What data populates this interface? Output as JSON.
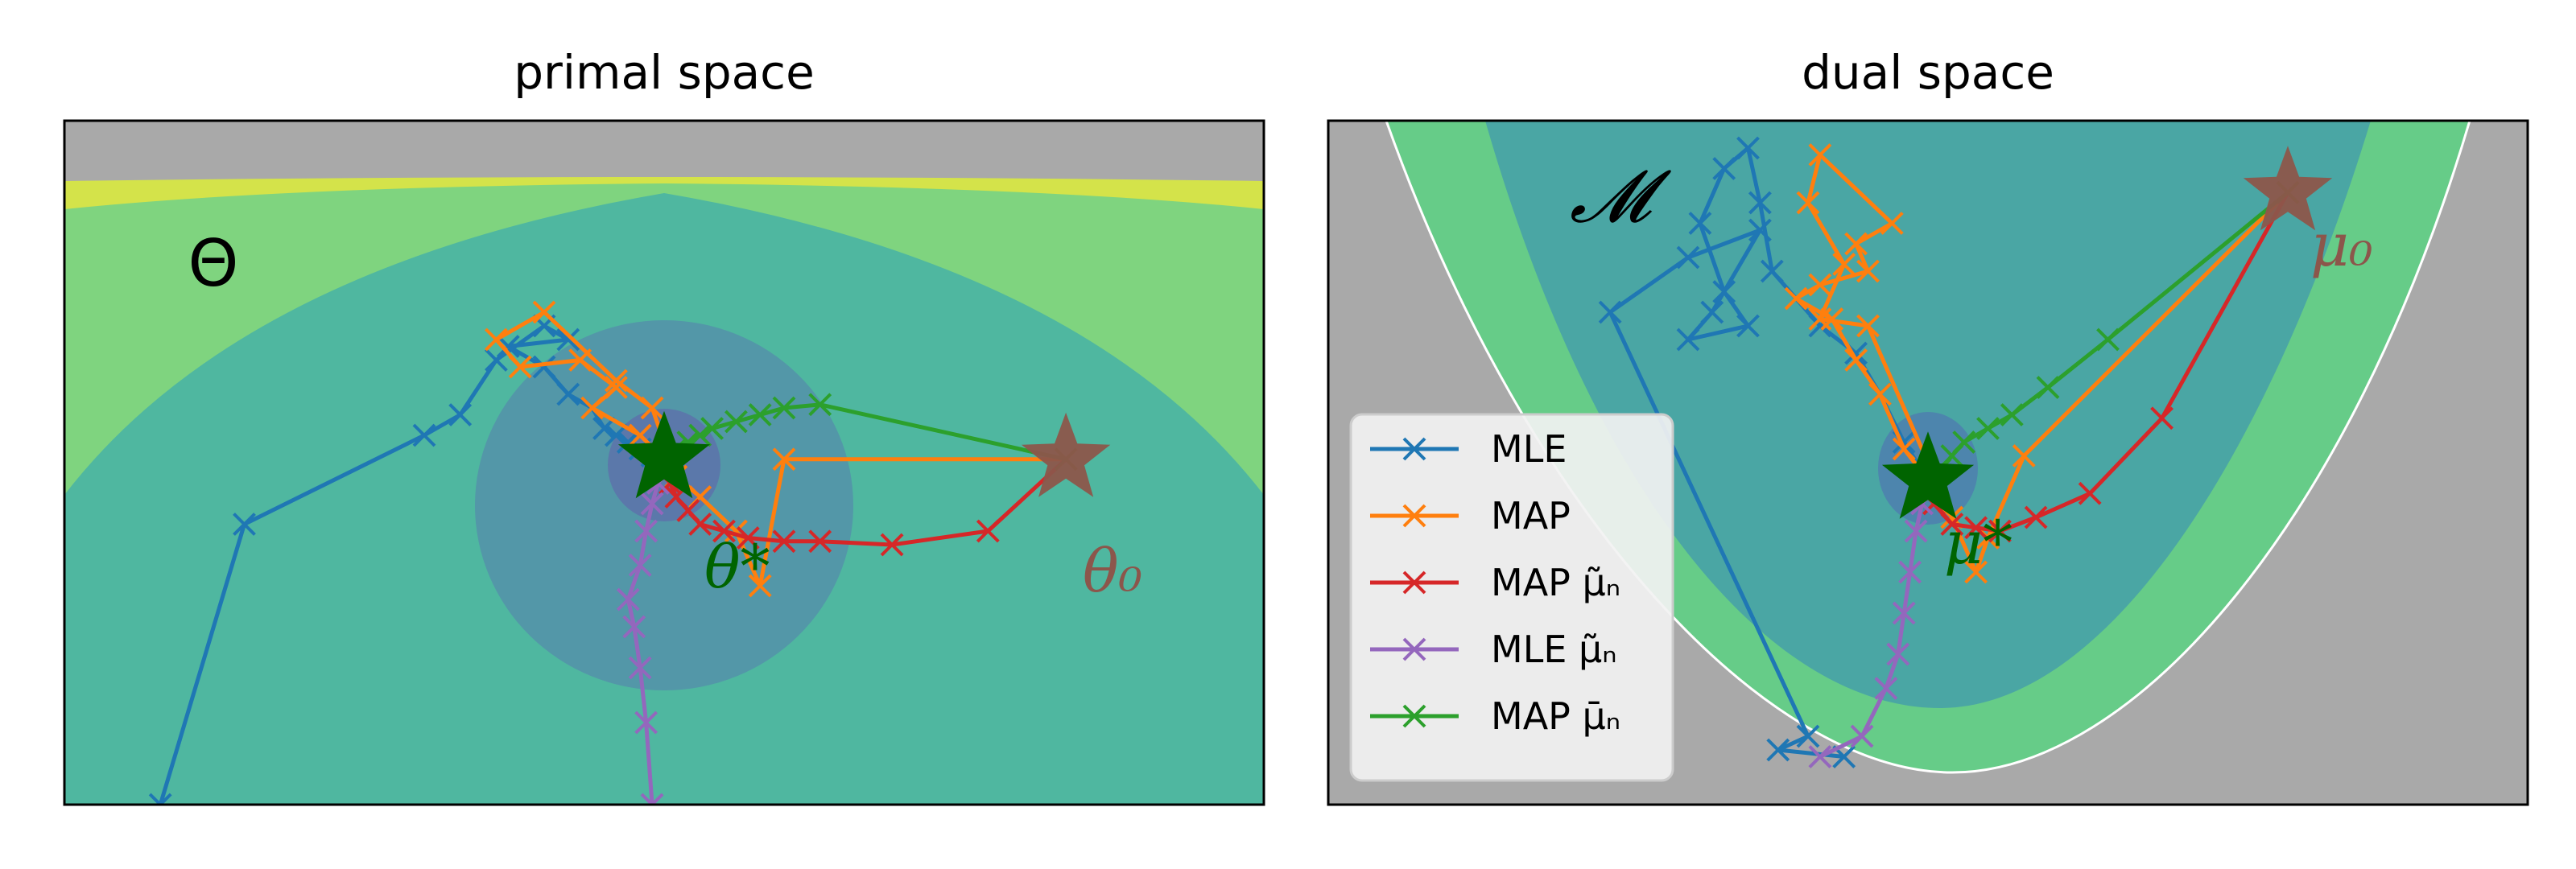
{
  "chart_data": [
    {
      "type": "line",
      "title": "primal space",
      "region_label": "Θ",
      "optimum_label": "θ*",
      "start_label": "θ₀",
      "colors": {
        "background_gray": "#a9a9a9",
        "outer_region": "#7fd47f",
        "top_band": "#d4e34a",
        "mid_region": "#4fb7a0",
        "inner_disc": "#5397a8",
        "core_disc": "#5b78aa",
        "optimum_star": "#006400",
        "start_star": "#8c564b"
      },
      "optimum": [
        0.5,
        0.505
      ],
      "start": [
        0.835,
        0.505
      ],
      "series": [
        {
          "name": "MLE",
          "color": "#1f77b4",
          "points": [
            [
              0.08,
              0.0
            ],
            [
              0.15,
              0.41
            ],
            [
              0.3,
              0.54
            ],
            [
              0.33,
              0.57
            ],
            [
              0.36,
              0.65
            ],
            [
              0.4,
              0.7
            ],
            [
              0.42,
              0.68
            ],
            [
              0.37,
              0.67
            ],
            [
              0.4,
              0.64
            ],
            [
              0.42,
              0.6
            ],
            [
              0.44,
              0.58
            ],
            [
              0.45,
              0.55
            ],
            [
              0.46,
              0.54
            ],
            [
              0.47,
              0.53
            ],
            [
              0.48,
              0.52
            ],
            [
              0.49,
              0.51
            ],
            [
              0.5,
              0.505
            ]
          ]
        },
        {
          "name": "MAP",
          "color": "#ff7f0e",
          "points": [
            [
              0.835,
              0.505
            ],
            [
              0.6,
              0.505
            ],
            [
              0.58,
              0.32
            ],
            [
              0.56,
              0.4
            ],
            [
              0.53,
              0.45
            ],
            [
              0.51,
              0.48
            ],
            [
              0.49,
              0.58
            ],
            [
              0.46,
              0.62
            ],
            [
              0.4,
              0.72
            ],
            [
              0.36,
              0.68
            ],
            [
              0.38,
              0.64
            ],
            [
              0.43,
              0.65
            ],
            [
              0.46,
              0.61
            ],
            [
              0.44,
              0.58
            ],
            [
              0.48,
              0.54
            ],
            [
              0.5,
              0.505
            ]
          ]
        },
        {
          "name": "MAP μ̃ₙ",
          "color": "#d62728",
          "points": [
            [
              0.835,
              0.505
            ],
            [
              0.77,
              0.4
            ],
            [
              0.69,
              0.38
            ],
            [
              0.63,
              0.385
            ],
            [
              0.6,
              0.385
            ],
            [
              0.57,
              0.39
            ],
            [
              0.55,
              0.4
            ],
            [
              0.53,
              0.41
            ],
            [
              0.52,
              0.43
            ],
            [
              0.51,
              0.45
            ],
            [
              0.505,
              0.47
            ],
            [
              0.5,
              0.505
            ]
          ]
        },
        {
          "name": "MLE μ̃ₙ",
          "color": "#9467bd",
          "points": [
            [
              0.49,
              0.0
            ],
            [
              0.485,
              0.12
            ],
            [
              0.48,
              0.2
            ],
            [
              0.475,
              0.26
            ],
            [
              0.47,
              0.3
            ],
            [
              0.48,
              0.35
            ],
            [
              0.485,
              0.4
            ],
            [
              0.49,
              0.44
            ],
            [
              0.495,
              0.47
            ],
            [
              0.5,
              0.505
            ]
          ]
        },
        {
          "name": "MAP μ̄ₙ",
          "color": "#2ca02c",
          "points": [
            [
              0.835,
              0.505
            ],
            [
              0.63,
              0.585
            ],
            [
              0.6,
              0.58
            ],
            [
              0.58,
              0.57
            ],
            [
              0.56,
              0.56
            ],
            [
              0.54,
              0.55
            ],
            [
              0.53,
              0.54
            ],
            [
              0.52,
              0.53
            ],
            [
              0.51,
              0.52
            ],
            [
              0.5,
              0.505
            ]
          ]
        }
      ]
    },
    {
      "type": "line",
      "title": "dual space",
      "region_label": "𝓜",
      "optimum_label": "μ*",
      "start_label": "μ₀",
      "colors": {
        "background_gray": "#a9a9a9",
        "outer_region": "#66cc88",
        "inner_region": "#4aa6a4",
        "core_disc": "#4d85ad",
        "optimum_star": "#006400",
        "start_star": "#8c564b"
      },
      "optimum": [
        0.5,
        0.475
      ],
      "start": [
        0.8,
        0.895
      ],
      "series": [
        {
          "name": "MLE",
          "color": "#1f77b4",
          "points": [
            [
              0.43,
              0.07
            ],
            [
              0.375,
              0.08
            ],
            [
              0.4,
              0.1
            ],
            [
              0.235,
              0.72
            ],
            [
              0.3,
              0.8
            ],
            [
              0.36,
              0.84
            ],
            [
              0.32,
              0.72
            ],
            [
              0.3,
              0.68
            ],
            [
              0.35,
              0.7
            ],
            [
              0.33,
              0.75
            ],
            [
              0.31,
              0.85
            ],
            [
              0.33,
              0.93
            ],
            [
              0.35,
              0.96
            ],
            [
              0.36,
              0.88
            ],
            [
              0.37,
              0.78
            ],
            [
              0.41,
              0.7
            ],
            [
              0.44,
              0.66
            ],
            [
              0.46,
              0.6
            ],
            [
              0.48,
              0.53
            ],
            [
              0.5,
              0.475
            ]
          ]
        },
        {
          "name": "MAP",
          "color": "#ff7f0e",
          "points": [
            [
              0.8,
              0.895
            ],
            [
              0.58,
              0.51
            ],
            [
              0.55,
              0.39
            ],
            [
              0.54,
              0.34
            ],
            [
              0.52,
              0.42
            ],
            [
              0.45,
              0.7
            ],
            [
              0.41,
              0.71
            ],
            [
              0.43,
              0.79
            ],
            [
              0.4,
              0.88
            ],
            [
              0.41,
              0.95
            ],
            [
              0.47,
              0.85
            ],
            [
              0.44,
              0.82
            ],
            [
              0.45,
              0.78
            ],
            [
              0.41,
              0.76
            ],
            [
              0.39,
              0.74
            ],
            [
              0.42,
              0.71
            ],
            [
              0.44,
              0.65
            ],
            [
              0.46,
              0.6
            ],
            [
              0.48,
              0.52
            ],
            [
              0.5,
              0.475
            ]
          ]
        },
        {
          "name": "MAP μ̃ₙ",
          "color": "#d62728",
          "points": [
            [
              0.8,
              0.895
            ],
            [
              0.695,
              0.565
            ],
            [
              0.635,
              0.455
            ],
            [
              0.59,
              0.42
            ],
            [
              0.56,
              0.4
            ],
            [
              0.54,
              0.405
            ],
            [
              0.52,
              0.41
            ],
            [
              0.505,
              0.44
            ],
            [
              0.5,
              0.475
            ]
          ]
        },
        {
          "name": "MLE μ̃ₙ",
          "color": "#9467bd",
          "points": [
            [
              0.41,
              0.07
            ],
            [
              0.445,
              0.1
            ],
            [
              0.465,
              0.17
            ],
            [
              0.475,
              0.22
            ],
            [
              0.48,
              0.28
            ],
            [
              0.485,
              0.34
            ],
            [
              0.49,
              0.4
            ],
            [
              0.495,
              0.44
            ],
            [
              0.5,
              0.475
            ]
          ]
        },
        {
          "name": "MAP μ̄ₙ",
          "color": "#2ca02c",
          "points": [
            [
              0.8,
              0.895
            ],
            [
              0.65,
              0.68
            ],
            [
              0.6,
              0.61
            ],
            [
              0.57,
              0.57
            ],
            [
              0.55,
              0.55
            ],
            [
              0.53,
              0.53
            ],
            [
              0.52,
              0.51
            ],
            [
              0.51,
              0.49
            ],
            [
              0.5,
              0.475
            ]
          ]
        }
      ]
    }
  ],
  "legend": [
    {
      "label": "MLE",
      "color": "#1f77b4"
    },
    {
      "label": "MAP",
      "color": "#ff7f0e"
    },
    {
      "label": "MAP μ̃ₙ",
      "color": "#d62728"
    },
    {
      "label": "MLE μ̃ₙ",
      "color": "#9467bd"
    },
    {
      "label": "MAP μ̄ₙ",
      "color": "#2ca02c"
    }
  ]
}
